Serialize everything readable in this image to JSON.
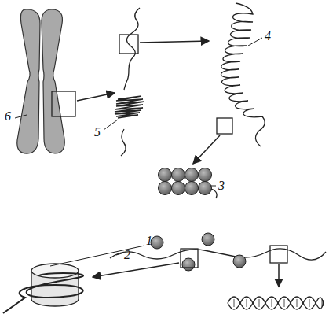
{
  "diagram": {
    "labels": [
      "6",
      "5",
      "4",
      "3",
      "1",
      "2"
    ]
  }
}
